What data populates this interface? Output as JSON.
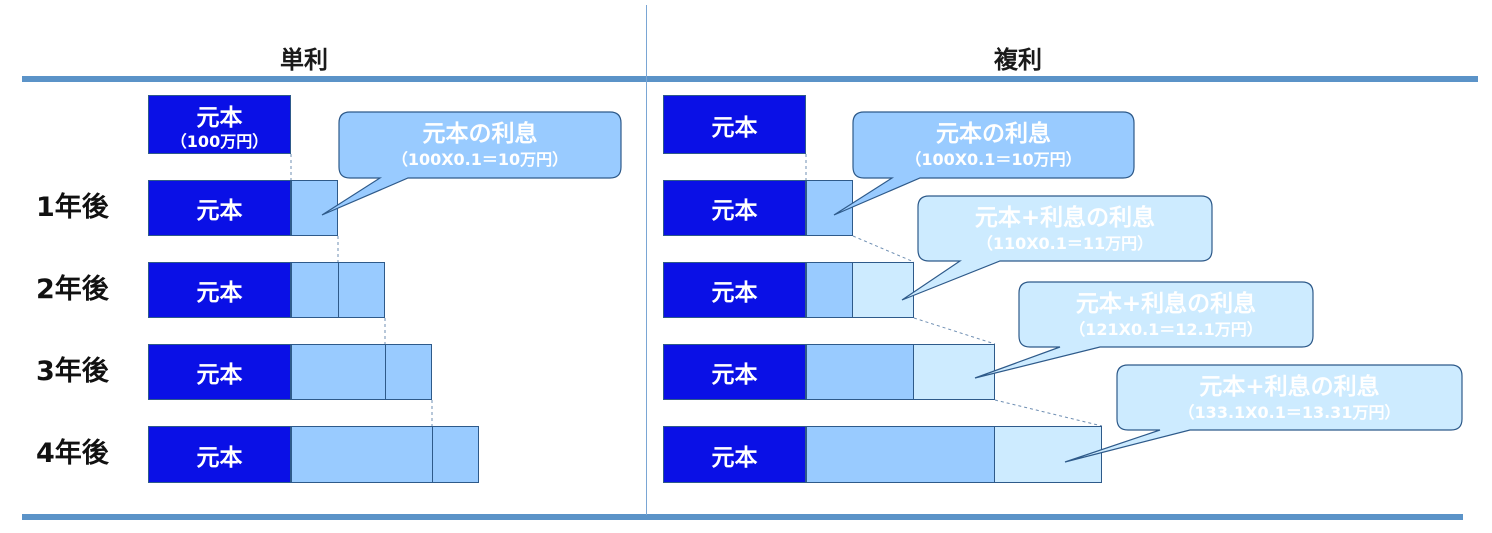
{
  "headings": {
    "simple": "単利",
    "compound": "複利"
  },
  "years": [
    "1年後",
    "2年後",
    "3年後",
    "4年後"
  ],
  "principal_label": "元本",
  "principal_initial_amount": "（100万円）",
  "callouts": {
    "simple": {
      "title": "元本の利息",
      "formula": "（100X0.1＝10万円）"
    },
    "compound": [
      {
        "title": "元本の利息",
        "formula": "（100X0.1＝10万円）"
      },
      {
        "title": "元本+利息の利息",
        "formula": "（110X0.1＝11万円）"
      },
      {
        "title": "元本+利息の利息",
        "formula": "（121X0.1＝12.1万円）"
      },
      {
        "title": "元本+利息の利息",
        "formula": "（133.1X0.1＝13.31万円）"
      }
    ]
  },
  "colors": {
    "principal": "#0a10e6",
    "interest_old": "#99cbff",
    "interest_new": "#cdebff",
    "rule": "#5b93c8"
  }
}
